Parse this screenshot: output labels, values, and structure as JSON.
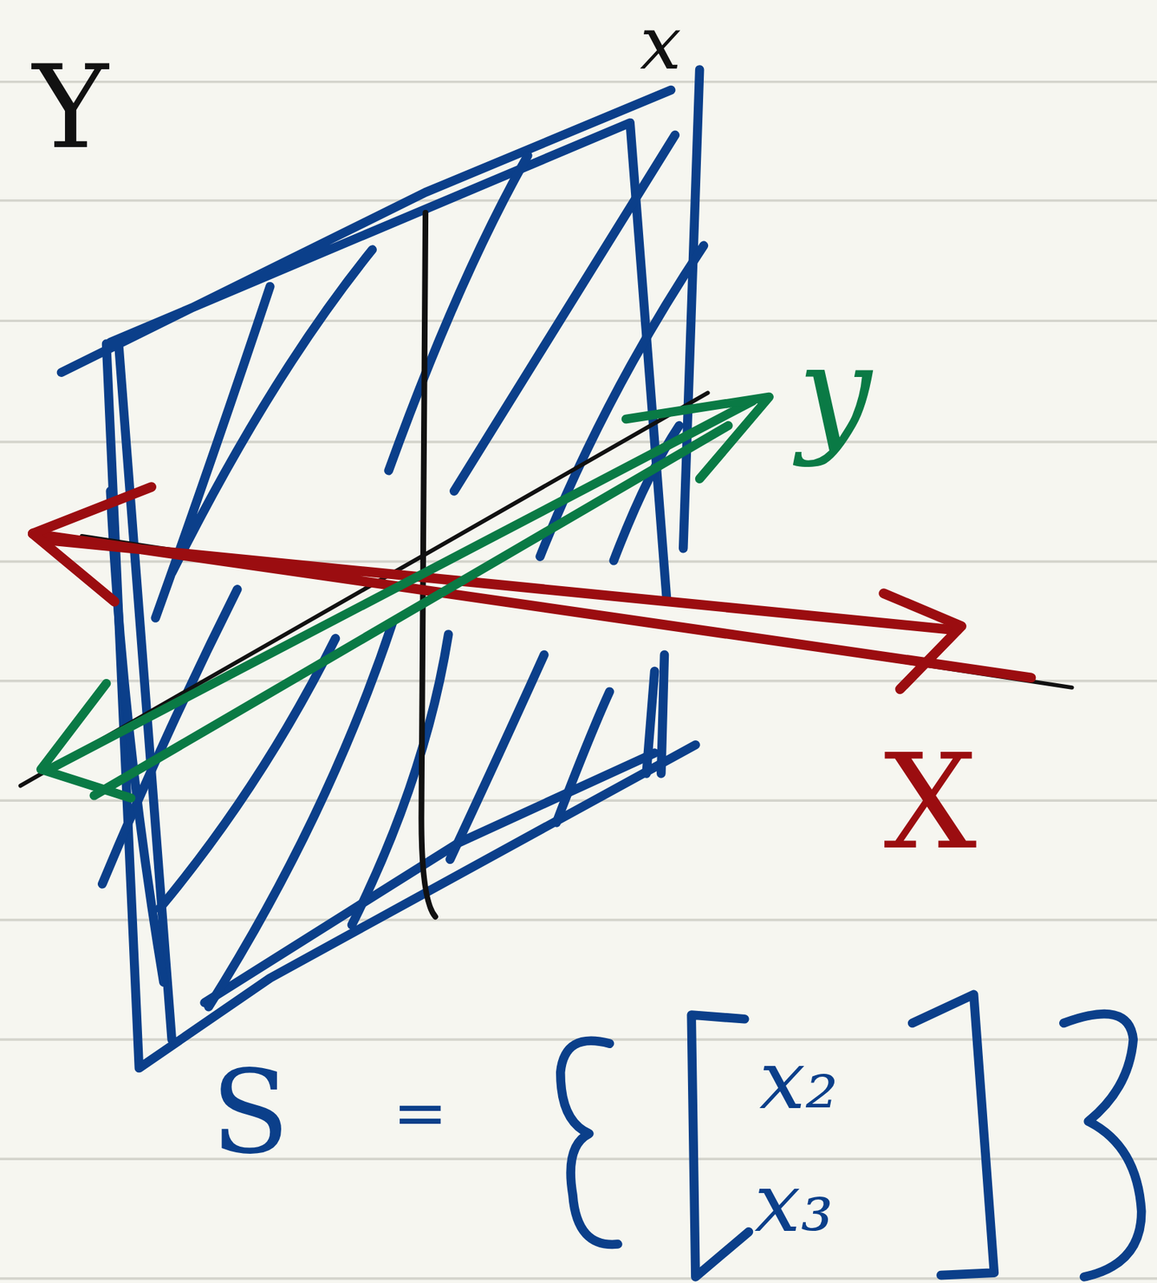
{
  "diagram": {
    "labels": [
      "Y",
      "x",
      "y",
      "X",
      "S",
      "=",
      "x₂",
      "x₃"
    ]
  }
}
